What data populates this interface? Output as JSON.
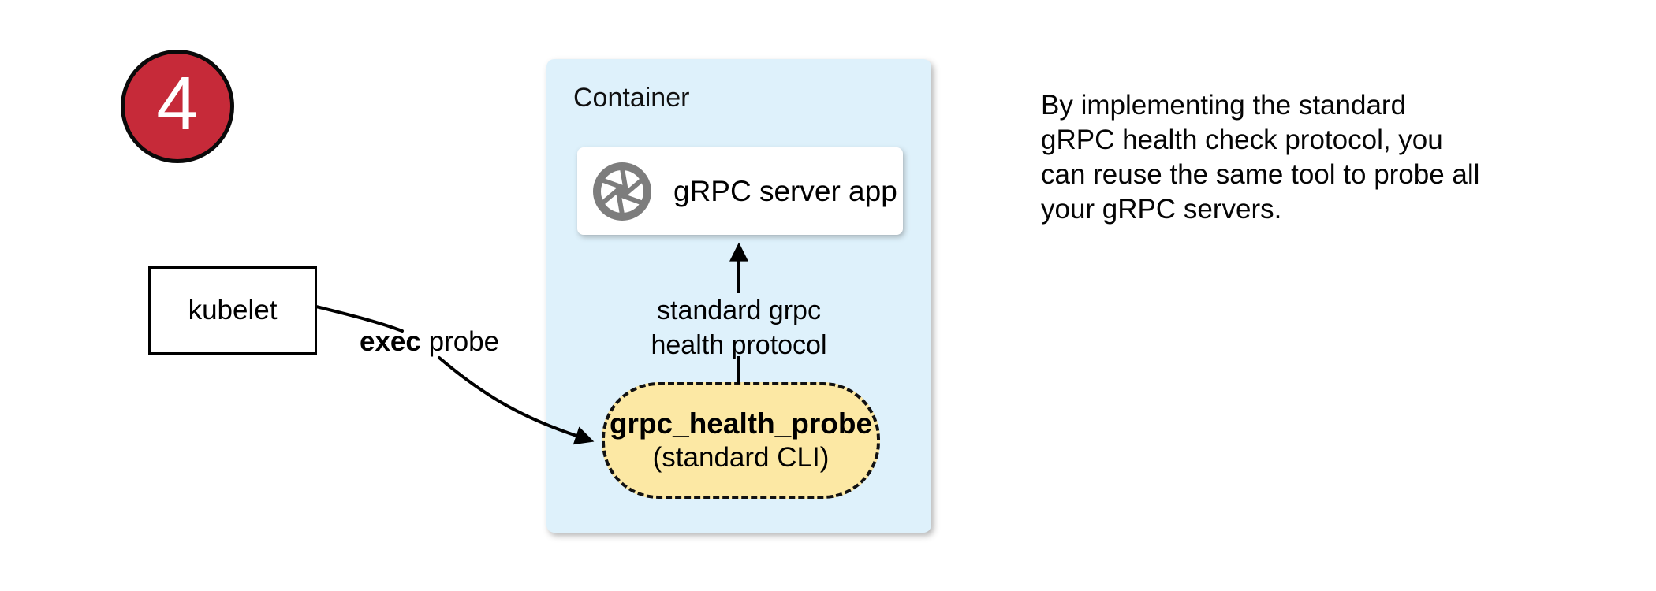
{
  "badge": {
    "value": "4",
    "color": "#C62A39"
  },
  "actors": {
    "kubelet": "kubelet"
  },
  "edge_labels": {
    "exec_bold": "exec",
    "exec_rest": " probe",
    "health_protocol": "standard grpc\nhealth protocol"
  },
  "container": {
    "title": "Container",
    "server_app": "gRPC server app",
    "probe_title": "grpc_health_probe",
    "probe_subtitle": "(standard CLI)"
  },
  "annotation": "By implementing the standard\ngRPC health check protocol, you\ncan reuse the same tool to probe all\nyour gRPC servers.",
  "icons": {
    "app_logo": "aperture-shutter-icon",
    "arrows": [
      "exec-probe-arrow",
      "health-protocol-arrow"
    ]
  },
  "colors": {
    "badge_red": "#C62A39",
    "container_blue": "#DEF1FB",
    "pill_yellow": "#FCE8A4",
    "icon_gray": "#7D7D7D",
    "stroke_black": "#000000"
  }
}
